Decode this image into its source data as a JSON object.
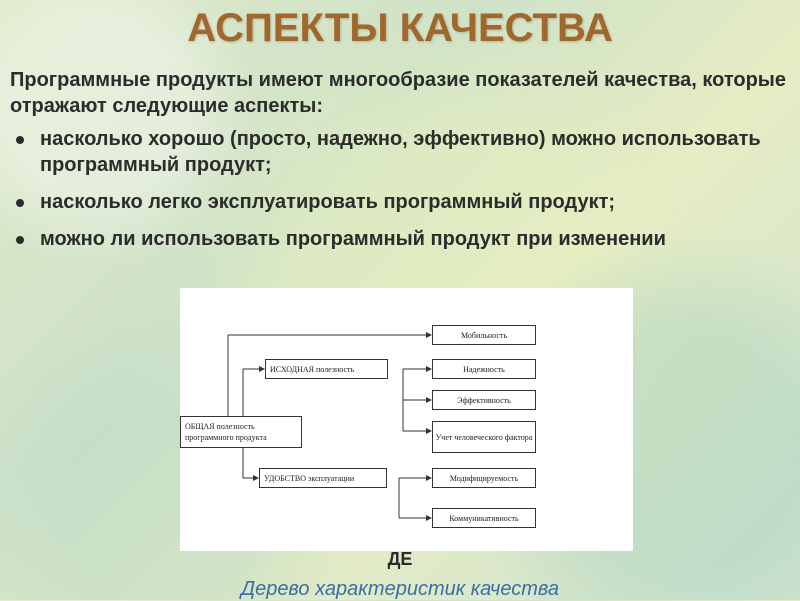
{
  "slide": {
    "title": "АСПЕКТЫ КАЧЕСТВА",
    "intro": "Программные продукты имеют многообразие показателей качества, которые отражают следующие аспекты:",
    "bullets": [
      "насколько хорошо (просто, надежно, эффективно) можно использовать программный продукт;",
      "насколько легко эксплуатировать программный продукт;",
      "можно ли использовать программный продукт при изменении"
    ],
    "footer_fragment": "ДЕ",
    "caption": "Дерево характеристик качества"
  },
  "diagram": {
    "root": "ОБЩАЯ полезность программного продукта",
    "branch_initial": "ИСХОДНАЯ полезность",
    "branch_usability": "УДОБСТВО эксплуатации",
    "leaves": {
      "mobility": "Мобильность",
      "reliability": "Надежность",
      "efficiency": "Эффективность",
      "human_factor": "Учет человеческого фактора",
      "modifiability": "Модифицируемость",
      "communicativeness": "Коммуникативность"
    }
  }
}
